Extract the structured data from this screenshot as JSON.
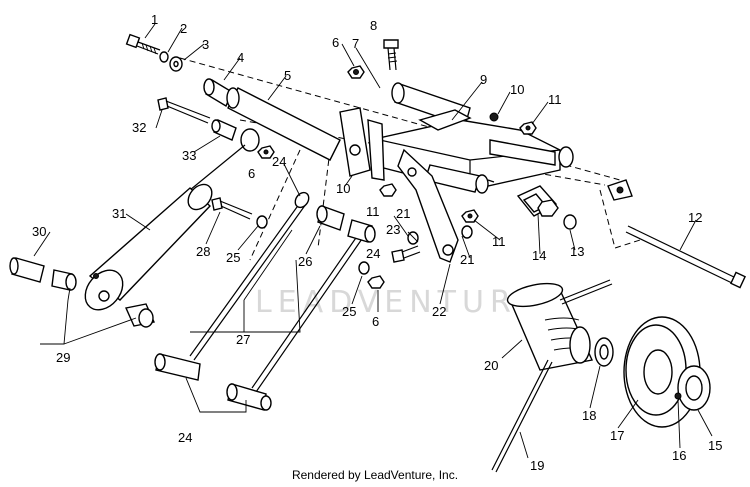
{
  "watermark": "LEADVENTURE",
  "credit": "Rendered by LeadVenture, Inc.",
  "callouts": [
    "1",
    "2",
    "3",
    "4",
    "5",
    "6",
    "7",
    "8",
    "9",
    "10",
    "10",
    "11",
    "11",
    "11",
    "12",
    "13",
    "14",
    "15",
    "16",
    "17",
    "18",
    "19",
    "20",
    "21",
    "21",
    "22",
    "23",
    "24",
    "24",
    "24",
    "25",
    "25",
    "26",
    "27",
    "28",
    "29",
    "30",
    "31",
    "32",
    "33",
    "6",
    "6"
  ]
}
